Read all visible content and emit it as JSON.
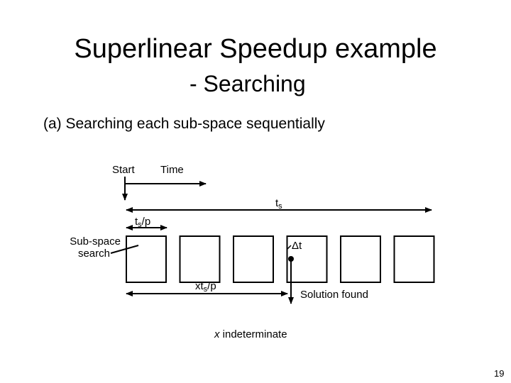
{
  "slide": {
    "title": "Superlinear Speedup example",
    "subtitle": "- Searching",
    "heading": "(a) Searching each sub-space sequentially",
    "page_number": "19"
  },
  "diagram": {
    "start_label": "Start",
    "time_label": "Time",
    "ts_label": "t",
    "ts_sub": "s",
    "tsp_label": "t",
    "tsp_sub": "s",
    "tsp_suffix": "/p",
    "subspace_label_1": "Sub-space",
    "subspace_label_2": "search",
    "delta_t_label": "Δt",
    "xtsp_prefix": "xt",
    "xtsp_sub": "s",
    "xtsp_suffix": "/p",
    "solution_label": "Solution found",
    "x_indeterminate_x": "x",
    "x_indeterminate_text": " indeterminate",
    "box_count": 6
  }
}
